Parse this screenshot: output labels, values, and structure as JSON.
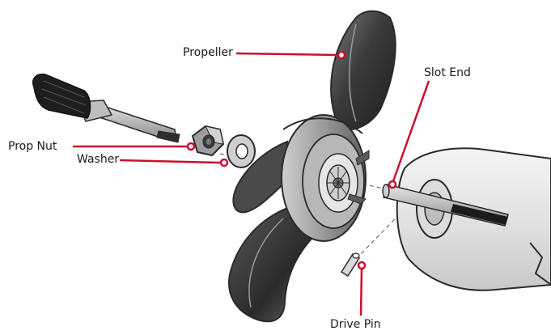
{
  "colors": {
    "leader": "#c8102e",
    "outline": "#2b2b2b",
    "metal_dark": "#3c3c3c",
    "metal_mid": "#8a8a8a",
    "metal_light": "#d6d6d6",
    "handle": "#1e1e1e",
    "background": "#ffffff"
  },
  "callouts": {
    "propeller": "Propeller",
    "slot_end": "Slot End",
    "prop_nut": "Prop Nut",
    "washer": "Washer",
    "drive_pin": "Drive Pin"
  }
}
